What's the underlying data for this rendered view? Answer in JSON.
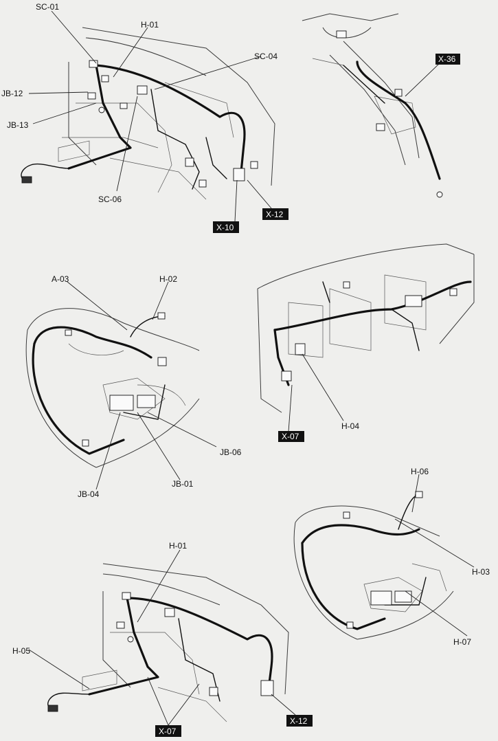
{
  "labels": {
    "sc01": "SC-01",
    "h01_top": "H-01",
    "sc04": "SC-04",
    "jb12": "JB-12",
    "jb13": "JB-13",
    "sc06": "SC-06",
    "x10": "X-10",
    "x12_top": "X-12",
    "x36": "X-36",
    "a03": "A-03",
    "h02": "H-02",
    "jb06": "JB-06",
    "jb01": "JB-01",
    "jb04": "JB-04",
    "x07_mid": "X-07",
    "h04": "H-04",
    "h06": "H-06",
    "h03": "H-03",
    "h07": "H-07",
    "h01_bottom": "H-01",
    "h05": "H-05",
    "x07_bottom": "X-07",
    "x12_bottom": "X-12"
  }
}
